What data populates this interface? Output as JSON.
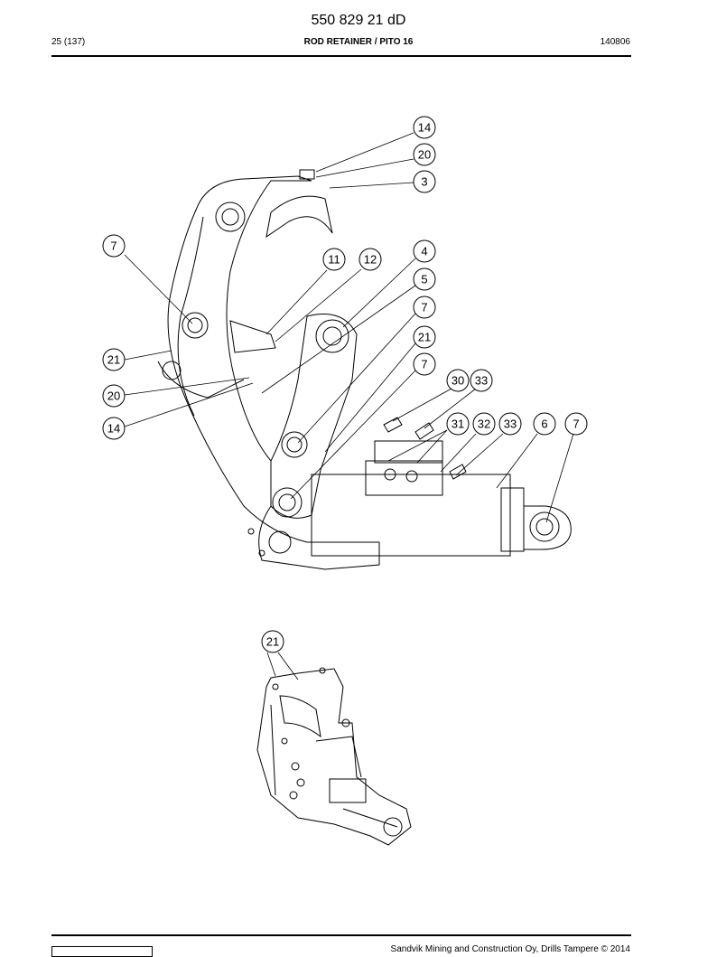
{
  "header": {
    "doc_number": "550 829 21 dD",
    "page_ref": "25 (137)",
    "title": "ROD RETAINER / PITO 16",
    "date_code": "140806"
  },
  "callouts_main": [
    "14",
    "20",
    "3",
    "7",
    "11",
    "12",
    "4",
    "5",
    "7",
    "21",
    "7",
    "21",
    "20",
    "14",
    "30",
    "33",
    "31",
    "32",
    "33",
    "6",
    "7"
  ],
  "callouts_detail": [
    "21"
  ],
  "footer": {
    "copyright": "Sandvik Mining and Construction Oy, Drills Tampere © 2014"
  }
}
